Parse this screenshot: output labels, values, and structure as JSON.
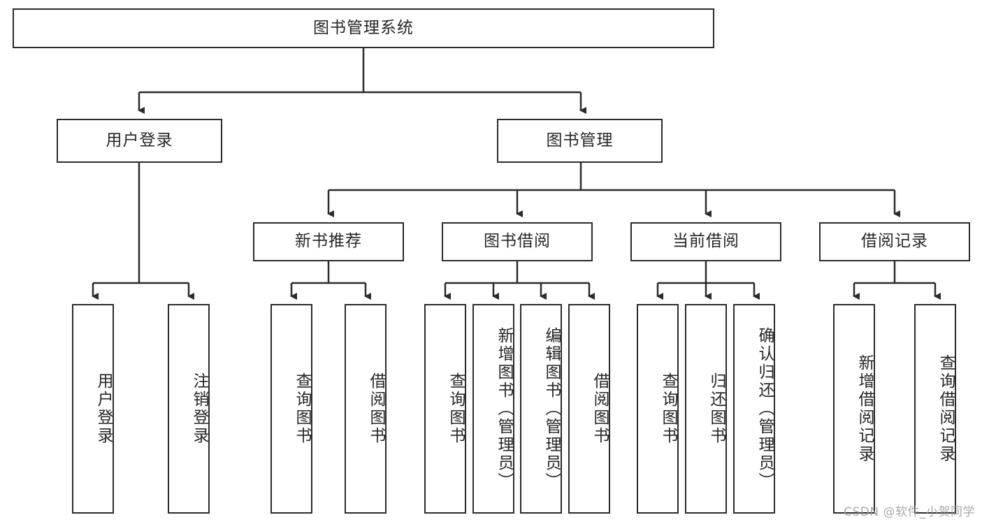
{
  "diagram": {
    "title": "图书管理系统",
    "type": "hierarchy-tree",
    "watermark": "CSDN @软件_小贺同学",
    "colors": {
      "stroke": "#2b2b2b",
      "fill": "#ffffff",
      "text": "#262626",
      "watermark": "#9a9a9a"
    },
    "root": {
      "label": "图书管理系统"
    },
    "level2": [
      {
        "label": "用户登录"
      },
      {
        "label": "图书管理"
      }
    ],
    "level3": [
      {
        "label": "新书推荐"
      },
      {
        "label": "图书借阅"
      },
      {
        "label": "当前借阅"
      },
      {
        "label": "借阅记录"
      }
    ],
    "leaves": {
      "user_login": [
        {
          "label": "用户登录"
        },
        {
          "label": "注销登录"
        }
      ],
      "new_book_recommend": [
        {
          "label": "查询图书"
        },
        {
          "label": "借阅图书"
        }
      ],
      "book_borrow": [
        {
          "label": "查询图书"
        },
        {
          "label": "新增图书（管理员）"
        },
        {
          "label": "编辑图书（管理员）"
        },
        {
          "label": "借阅图书"
        }
      ],
      "current_borrow": [
        {
          "label": "查询图书"
        },
        {
          "label": "归还图书"
        },
        {
          "label": "确认归还（管理员）"
        }
      ],
      "borrow_record": [
        {
          "label": "新增借阅记录"
        },
        {
          "label": "查询借阅记录"
        }
      ]
    }
  }
}
